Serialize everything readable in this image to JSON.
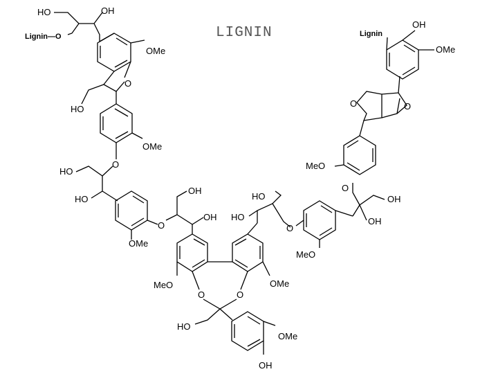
{
  "title": "LIGNIN",
  "labels": {
    "ho": "HO",
    "oh": "OH",
    "o": "O",
    "ome": "OMe",
    "meo": "MeO",
    "lignin": "Lignin",
    "lignin_o": "Lignin—O"
  }
}
